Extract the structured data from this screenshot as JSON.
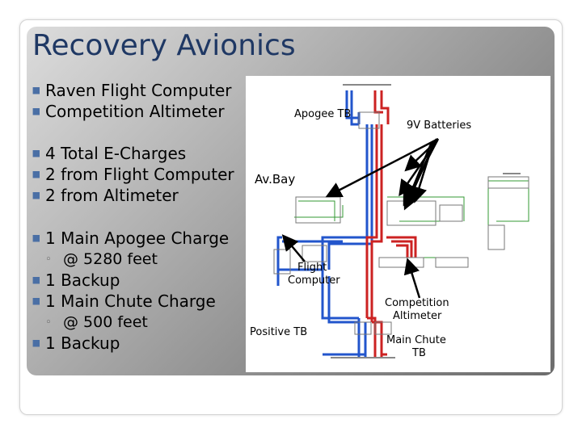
{
  "slide": {
    "title": "Recovery Avionics",
    "bullets": [
      {
        "text": "Raven Flight Computer",
        "level": 1
      },
      {
        "text": "Competition Altimeter",
        "level": 1
      },
      {
        "text": "4 Total E-Charges",
        "level": 1
      },
      {
        "text": "2 from Flight Computer",
        "level": 1
      },
      {
        "text": "2 from Altimeter",
        "level": 1
      },
      {
        "text": "1 Main Apogee Charge",
        "level": 1
      },
      {
        "text": "@ 5280 feet",
        "level": 2
      },
      {
        "text": "1 Backup",
        "level": 1
      },
      {
        "text": "1 Main Chute Charge",
        "level": 1
      },
      {
        "text": "@ 500 feet",
        "level": 2
      },
      {
        "text": "1 Backup",
        "level": 1
      }
    ]
  },
  "diagram": {
    "labels": {
      "apogee_tb": "Apogee TB",
      "batteries": "9V Batteries",
      "av_bay": "Av.Bay",
      "flight_computer_1": "Flight",
      "flight_computer_2": "Computer",
      "positive_tb": "Positive TB",
      "competition_altimeter_1": "Competition",
      "competition_altimeter_2": "Altimeter",
      "main_chute_tb_1": "Main Chute",
      "main_chute_tb_2": "TB"
    },
    "colors": {
      "blue_wire": "#2255cc",
      "red_wire": "#cc2222",
      "green_wire": "#339933"
    }
  }
}
